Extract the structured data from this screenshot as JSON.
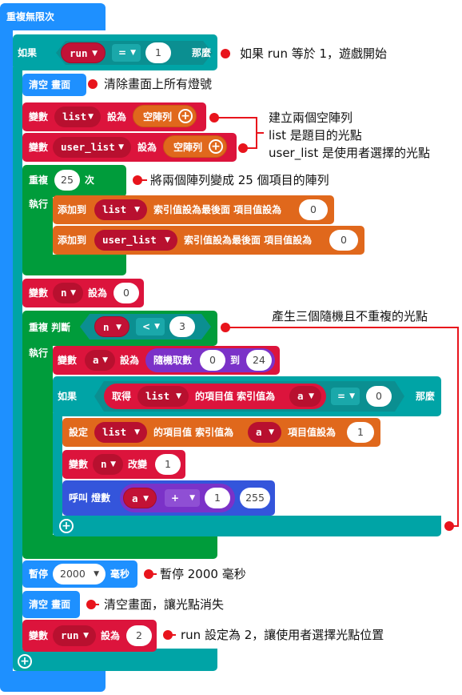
{
  "forever": {
    "label": "重複無限次"
  },
  "if1": {
    "label": "如果",
    "var": "run",
    "op": "=",
    "value": "1",
    "then": "那麼"
  },
  "clear1": {
    "label": "清空 畫面"
  },
  "set_list": {
    "label": "變數",
    "var": "list",
    "set": "設為",
    "value": "空陣列"
  },
  "set_user_list": {
    "label": "變數",
    "var": "user_list",
    "set": "設為",
    "value": "空陣列"
  },
  "repeat": {
    "label": "重複",
    "count": "25",
    "times": "次",
    "do": "執行"
  },
  "add1": {
    "label": "添加到",
    "var": "list",
    "mid": "索引值設為最後面 項目值設為",
    "value": "0"
  },
  "add2": {
    "label": "添加到",
    "var": "user_list",
    "mid": "索引值設為最後面 項目值設為",
    "value": "0"
  },
  "set_n": {
    "label": "變數",
    "var": "n",
    "set": "設為",
    "value": "0"
  },
  "while": {
    "label": "重複 判斷",
    "var": "n",
    "op": "<",
    "value": "3",
    "do": "執行"
  },
  "set_a": {
    "label": "變數",
    "var": "a",
    "set": "設為",
    "rand": "隨機取數",
    "from": "0",
    "to_label": "到",
    "to": "24"
  },
  "if2": {
    "label": "如果",
    "get": "取得",
    "list": "list",
    "mid": "的項目值 索引值為",
    "idx": "a",
    "op": "=",
    "value": "0",
    "then": "那麼"
  },
  "set_item": {
    "label": "設定",
    "list": "list",
    "mid": "的項目值 索引值為",
    "idx": "a",
    "mid2": "項目值設為",
    "value": "1"
  },
  "change_n": {
    "label": "變數",
    "var": "n",
    "change": "改變",
    "value": "1"
  },
  "plot": {
    "label": "呼叫 燈數",
    "a": "a",
    "op": "+",
    "one": "1",
    "brightness": "255"
  },
  "pause": {
    "label": "暫停",
    "value": "2000",
    "unit": "毫秒"
  },
  "clear2": {
    "label": "清空 畫面"
  },
  "set_run": {
    "label": "變數",
    "var": "run",
    "set": "設為",
    "value": "2"
  },
  "annotations": {
    "a1": "如果 run 等於 1，遊戲開始",
    "a2": "清除畫面上所有燈號",
    "a3_l1": "建立兩個空陣列",
    "a3_l2": "list 是題目的光點",
    "a3_l3": "user_list 是使用者選擇的光點",
    "a4": "將兩個陣列變成 25 個項目的陣列",
    "a5": "產生三個隨機且不重複的光點",
    "a6": "暫停 2000 毫秒",
    "a7": "清空畫面，讓光點消失",
    "a8": "run 設定為 2，讓使用者選擇光點位置"
  }
}
